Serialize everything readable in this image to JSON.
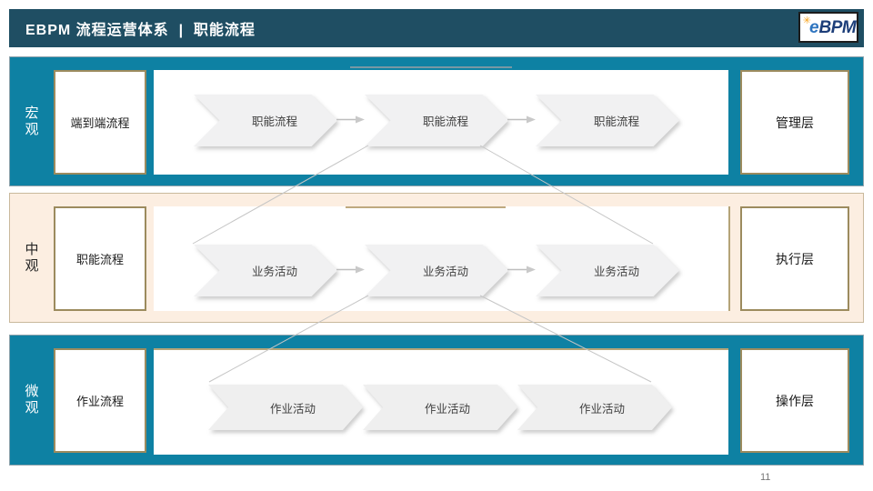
{
  "slide": {
    "header": {
      "title": "EBPM 流程运营体系  |  职能流程",
      "logo": {
        "spark": "✳",
        "e": "e",
        "bpm": "BPM"
      }
    },
    "page_number": "11",
    "colors": {
      "header_bg": "#1F4E63",
      "band_teal": "#0E81A3",
      "band_peach": "#FCEEE1",
      "box_border_gold": "#9C8B5E",
      "chevron_fill": "#F1F1F2",
      "connector_gray": "#C6C6C6",
      "accent_tan": "#BFA97F",
      "logo_orange": "#F7A21B",
      "logo_blue": "#2E74BF",
      "logo_navy": "#1D3E79"
    },
    "bands": [
      {
        "scope": "宏观",
        "level": "端到端流程",
        "chevrons": [
          "职能流程",
          "职能流程",
          "职能流程"
        ],
        "role": "管理层"
      },
      {
        "scope": "中观",
        "level": "职能流程",
        "chevrons": [
          "业务活动",
          "业务活动",
          "业务活动"
        ],
        "role": "执行层"
      },
      {
        "scope": "微观",
        "level": "作业流程",
        "chevrons": [
          "作业活动",
          "作业活动",
          "作业活动"
        ],
        "role": "操作层"
      }
    ]
  }
}
